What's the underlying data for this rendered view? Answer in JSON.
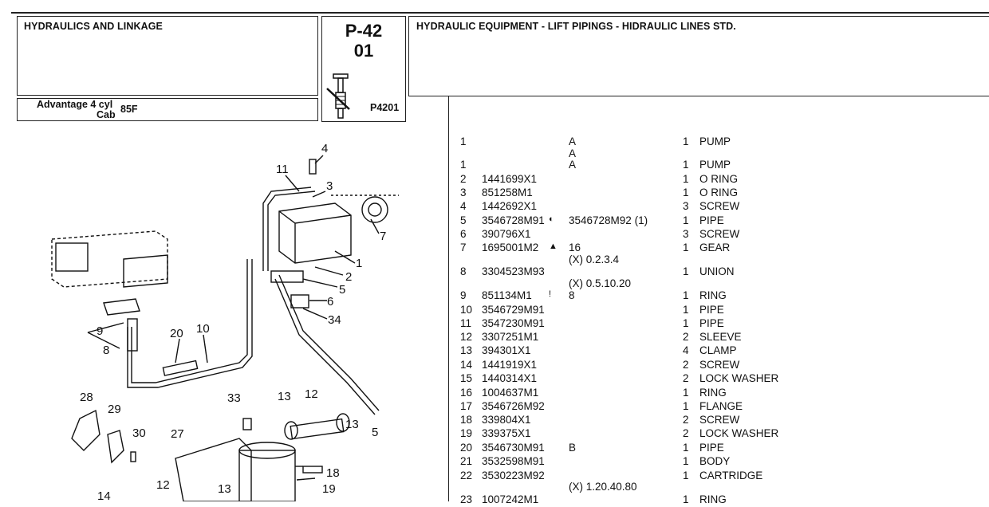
{
  "header": {
    "section_title": "HYDRAULICS AND LINKAGE",
    "model_line1": "Advantage 4 cyl",
    "model_line2": "Cab",
    "model_code": "85F",
    "page_code": "P-42",
    "page_sub": "01",
    "illustration_ref": "P4201",
    "description": "HYDRAULIC EQUIPMENT - LIFT PIPINGS - HIDRAULIC LINES STD."
  },
  "parts": [
    {
      "no": "1",
      "pn": "",
      "sym": "",
      "ref": "A",
      "qty": "1",
      "desc": "PUMP"
    },
    {
      "no": "",
      "pn": "",
      "sym": "",
      "ref": "A",
      "qty": "",
      "desc": ""
    },
    {
      "no": "1",
      "pn": "",
      "sym": "",
      "ref": "A",
      "qty": "1",
      "desc": "PUMP"
    },
    {
      "no": "2",
      "pn": "1441699X1",
      "sym": "",
      "ref": "",
      "qty": "1",
      "desc": "O RING"
    },
    {
      "no": "3",
      "pn": "851258M1",
      "sym": "",
      "ref": "",
      "qty": "1",
      "desc": "O RING"
    },
    {
      "no": "4",
      "pn": "1442692X1",
      "sym": "",
      "ref": "",
      "qty": "3",
      "desc": "SCREW"
    },
    {
      "no": "5",
      "pn": "3546728M91",
      "sym": "◐",
      "ref": "3546728M92   (1)",
      "qty": "1",
      "desc": "PIPE"
    },
    {
      "no": "6",
      "pn": "390796X1",
      "sym": "",
      "ref": "",
      "qty": "3",
      "desc": "SCREW"
    },
    {
      "no": "7",
      "pn": "1695001M2",
      "sym": "▲",
      "ref": "16",
      "qty": "1",
      "desc": "GEAR"
    },
    {
      "no": "8",
      "pn": "3304523M93",
      "sym": "",
      "ref": "",
      "qty": "1",
      "desc": "UNION"
    },
    {
      "no": "9",
      "pn": "851134M1",
      "sym": "!",
      "ref": "8",
      "qty": "1",
      "desc": "RING"
    },
    {
      "no": "10",
      "pn": "3546729M91",
      "sym": "",
      "ref": "",
      "qty": "1",
      "desc": "PIPE"
    },
    {
      "no": "11",
      "pn": "3547230M91",
      "sym": "",
      "ref": "",
      "qty": "1",
      "desc": "PIPE"
    },
    {
      "no": "12",
      "pn": "3307251M1",
      "sym": "",
      "ref": "",
      "qty": "2",
      "desc": "SLEEVE"
    },
    {
      "no": "13",
      "pn": "394301X1",
      "sym": "",
      "ref": "",
      "qty": "4",
      "desc": "CLAMP"
    },
    {
      "no": "14",
      "pn": "1441919X1",
      "sym": "",
      "ref": "",
      "qty": "2",
      "desc": "SCREW"
    },
    {
      "no": "15",
      "pn": "1440314X1",
      "sym": "",
      "ref": "",
      "qty": "2",
      "desc": "LOCK WASHER"
    },
    {
      "no": "16",
      "pn": "1004637M1",
      "sym": "",
      "ref": "",
      "qty": "1",
      "desc": "RING"
    },
    {
      "no": "17",
      "pn": "3546726M92",
      "sym": "",
      "ref": "",
      "qty": "1",
      "desc": "FLANGE"
    },
    {
      "no": "18",
      "pn": "339804X1",
      "sym": "",
      "ref": "",
      "qty": "2",
      "desc": "SCREW"
    },
    {
      "no": "19",
      "pn": "339375X1",
      "sym": "",
      "ref": "",
      "qty": "2",
      "desc": "LOCK WASHER"
    },
    {
      "no": "20",
      "pn": "3546730M91",
      "sym": "",
      "ref": "B",
      "qty": "1",
      "desc": "PIPE"
    },
    {
      "no": "21",
      "pn": "3532598M91",
      "sym": "",
      "ref": "",
      "qty": "1",
      "desc": "BODY"
    },
    {
      "no": "22",
      "pn": "3530223M92",
      "sym": "",
      "ref": "",
      "qty": "1",
      "desc": "CARTRIDGE"
    },
    {
      "no": "23",
      "pn": "1007242M1",
      "sym": "",
      "ref": "",
      "qty": "1",
      "desc": "RING"
    }
  ],
  "notes": [
    "(X) 0.2.3.4",
    "(X) 0.5.10.20",
    "(X) 1.20.40.80"
  ],
  "callouts": [
    "1",
    "2",
    "3",
    "4",
    "5",
    "6",
    "7",
    "8",
    "9",
    "10",
    "11",
    "12",
    "13",
    "14",
    "18",
    "19",
    "20",
    "27",
    "28",
    "29",
    "30",
    "33",
    "34"
  ]
}
